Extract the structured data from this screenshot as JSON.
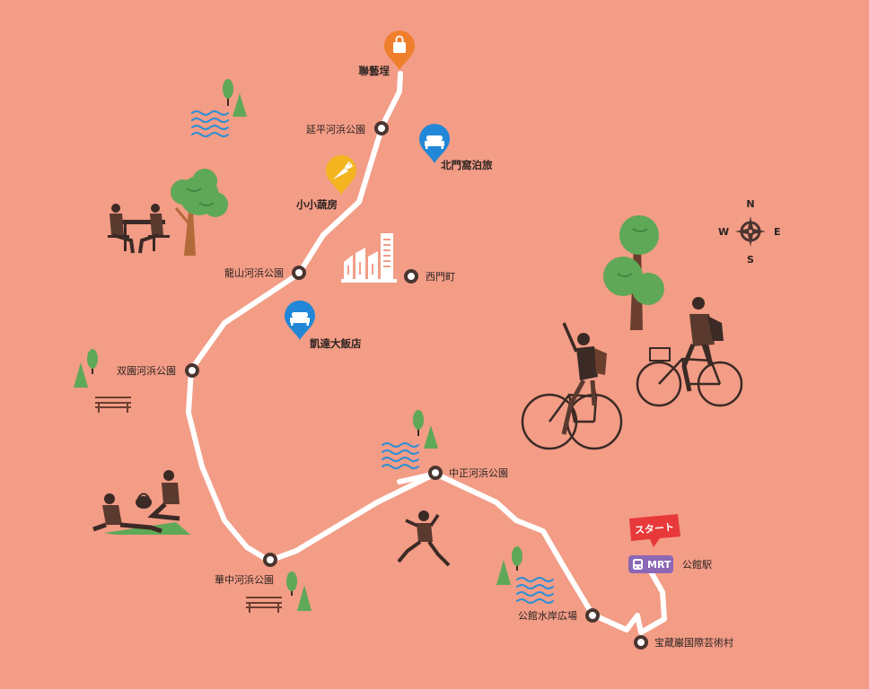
{
  "colors": {
    "background": "#f39c86",
    "route": "#ffffff",
    "station_ring": "#4a3530",
    "shopping_pin": "#f07f2d",
    "hotel_pin": "#2187d6",
    "veggie_pin": "#f4b521",
    "start_bubble": "#e8393a",
    "mrt_badge": "#8b67b5",
    "tree_green": "#5fa857",
    "figure_dark": "#3b2a25"
  },
  "stations": {
    "yanping": "延平河浜公園",
    "longshan": "龍山河浜公園",
    "ximen": "西門町",
    "shuangyuan": "双園河浜公園",
    "huazhong": "華中河浜公園",
    "zhongzheng": "中正河浜公園",
    "gongguan_waterfront": "公館水岸広場",
    "treasure_hill": "宝蔵巌国際芸術村",
    "gongguan_station": "公館駅"
  },
  "pois": {
    "shopping": {
      "label": "聯藝埕",
      "icon": "shopping-bag-icon"
    },
    "hotel_north": {
      "label": "北門窩泊旅",
      "icon": "bed-icon"
    },
    "veggie": {
      "label": "小小蔬房",
      "icon": "carrot-icon"
    },
    "hotel_kaida": {
      "label": "凱達大飯店",
      "icon": "bed-icon"
    }
  },
  "start": {
    "label": "スタート",
    "mrt": "MRT"
  },
  "compass": {
    "n": "N",
    "s": "S",
    "e": "E",
    "w": "W",
    "icon": "compass-rose-icon"
  }
}
